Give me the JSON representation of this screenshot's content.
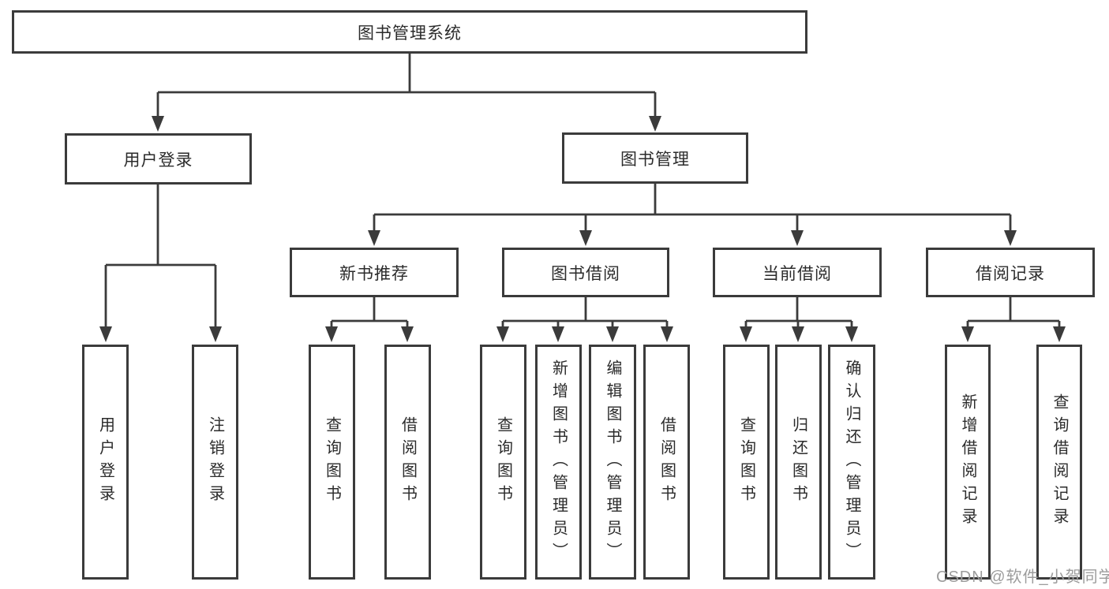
{
  "diagram": {
    "title": "图书管理系统",
    "branches": [
      {
        "label": "用户登录",
        "children": [
          "用户登录",
          "注销登录"
        ]
      },
      {
        "label": "图书管理",
        "sections": [
          {
            "label": "新书推荐",
            "children": [
              "查询图书",
              "借阅图书"
            ]
          },
          {
            "label": "图书借阅",
            "children": [
              "查询图书",
              "新增图书（管理员）",
              "编辑图书（管理员）",
              "借阅图书"
            ]
          },
          {
            "label": "当前借阅",
            "children": [
              "查询图书",
              "归还图书",
              "确认归还（管理员）"
            ]
          },
          {
            "label": "借阅记录",
            "children": [
              "新增借阅记录",
              "查询借阅记录"
            ]
          }
        ]
      }
    ]
  },
  "watermark": {
    "text": "CSDN @软件_小贺同学"
  },
  "colors": {
    "line": "#3b3b3b",
    "box_border": "#3b3b3b",
    "box_fill": "#ffffff",
    "text": "#2b2b2b",
    "watermark": "#9c9c9c",
    "background": "#ffffff"
  }
}
